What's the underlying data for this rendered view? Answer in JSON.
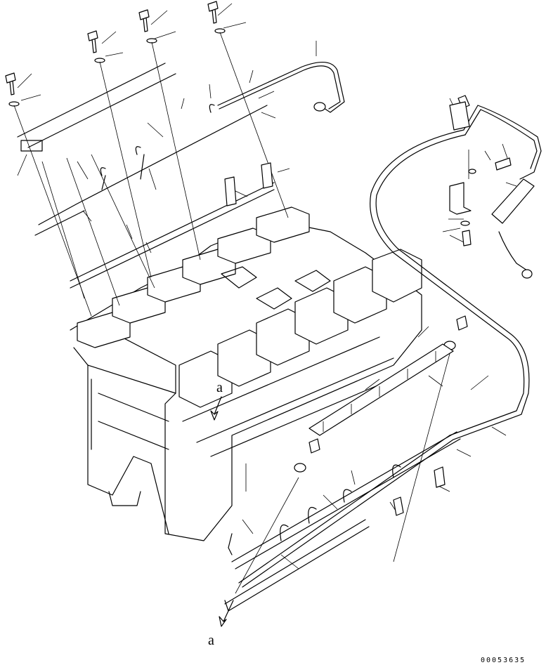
{
  "labels": {
    "detail_upper": "a",
    "detail_lower": "a"
  },
  "drawing_code": "00053635"
}
